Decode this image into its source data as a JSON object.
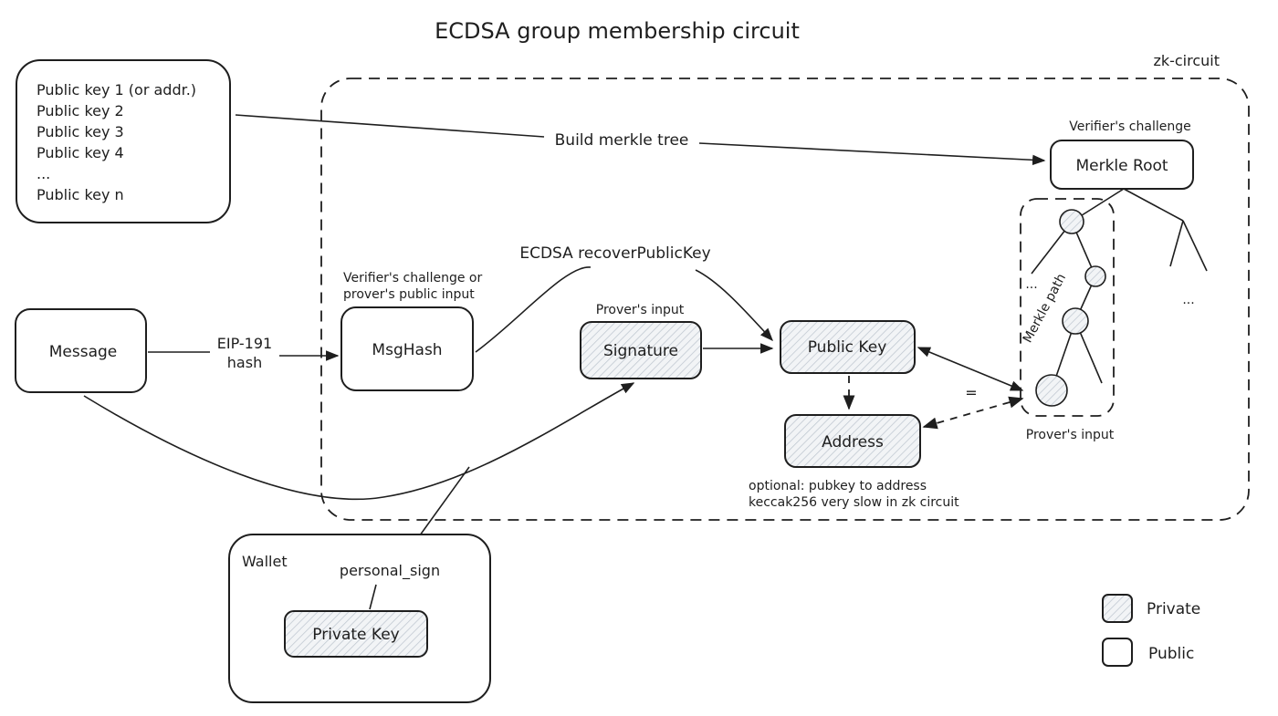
{
  "title": "ECDSA group membership circuit",
  "zk_circuit_label": "zk-circuit",
  "public_keys_box": {
    "lines": [
      "Public key 1 (or addr.)",
      "Public key 2",
      "Public key 3",
      "Public key 4",
      "...",
      "Public key n"
    ]
  },
  "edges": {
    "build_merkle_tree": "Build merkle tree",
    "eip191_line1": "EIP-191",
    "eip191_line2": "hash",
    "ecdsa_recover": "ECDSA recoverPublicKey",
    "equals": "=",
    "personal_sign": "personal_sign"
  },
  "nodes": {
    "message": "Message",
    "msghash": "MsgHash",
    "signature": "Signature",
    "public_key": "Public Key",
    "address": "Address",
    "merkle_root": "Merkle Root",
    "private_key": "Private Key",
    "wallet": "Wallet"
  },
  "annotations": {
    "merkle_root_caption": "Verifier's challenge",
    "msghash_caption_line1": "Verifier's challenge or",
    "msghash_caption_line2": "prover's public input",
    "signature_caption": "Prover's input",
    "merkle_path_caption": "Prover's input",
    "merkle_path_label": "Merkle path",
    "address_note_line1": "optional: pubkey to address",
    "address_note_line2": "keccak256 very slow in zk circuit",
    "ellipsis_left": "...",
    "ellipsis_right": "..."
  },
  "legend": {
    "private": "Private",
    "public": "Public"
  },
  "colors": {
    "stroke": "#1e1e1e",
    "hatch": "#c9d0d8",
    "private_fill": "#eef1f4"
  }
}
